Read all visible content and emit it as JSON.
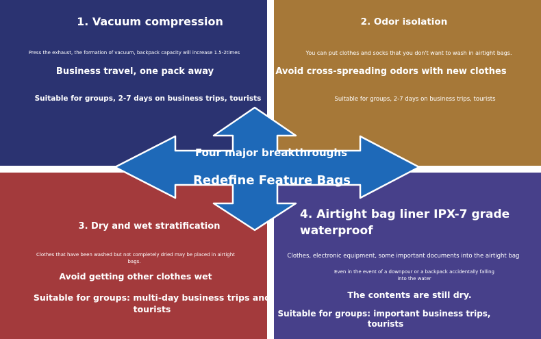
{
  "q1": {
    "title": "1. Vacuum compression",
    "desc": "Press the exhaust, the formation of vacuum, backpack capacity will increase 1.5-2times",
    "headline": "Business travel, one pack away",
    "suitable": "Suitable for groups, 2-7 days on business trips, tourists"
  },
  "q2": {
    "title": "2. Odor isolation",
    "desc": "You can put clothes and socks that you don't want to wash in airtight bags.",
    "headline": "Avoid cross-spreading odors with new clothes",
    "suitable": "Suitable for groups, 2-7 days on business trips, tourists"
  },
  "q3": {
    "title": "3. Dry and wet stratification",
    "desc_line1": "Clothes that have been washed but not completely dried may be placed in airtight",
    "desc_line2": "bags.",
    "headline": "Avoid getting other clothes wet",
    "suitable_line1": "Suitable for groups: multi-day business trips and",
    "suitable_line2": "tourists"
  },
  "q4": {
    "title_line1": "4. Airtight bag liner IPX-7 grade",
    "title_line2": "waterproof",
    "desc": "Clothes, electronic equipment, some important documents into the airtight bag",
    "note_line1": "Even in the event of a downpour or a backpack accidentally falling",
    "note_line2": "into the water",
    "headline": "The contents are still dry.",
    "suitable_line1": "Suitable for groups: important business trips,",
    "suitable_line2": "tourists"
  },
  "center": {
    "line1": "Four major breakthroughs",
    "line2": "Redefine Feature Bags"
  },
  "colors": {
    "q1": "#2b3371",
    "q2": "#a67838",
    "q3": "#a33a3c",
    "q4": "#47408a",
    "arrow": "#1e69b8"
  }
}
